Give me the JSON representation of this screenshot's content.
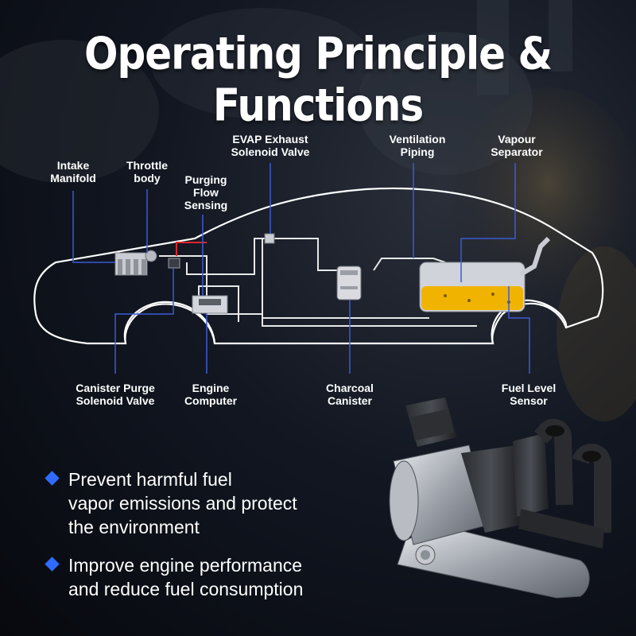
{
  "title": "Operating Principle & Functions",
  "labels": {
    "intake_manifold": [
      "Intake",
      "Manifold"
    ],
    "throttle_body": [
      "Throttle",
      "body"
    ],
    "purging_flow_sensing": [
      "Purging",
      "Flow",
      "Sensing"
    ],
    "evap_exhaust_solenoid_valve": [
      "EVAP Exhaust",
      "Solenoid Valve"
    ],
    "ventilation_piping": [
      "Ventilation",
      "Piping"
    ],
    "vapour_separator": [
      "Vapour",
      "Separator"
    ],
    "canister_purge_solenoid_valve": [
      "Canister Purge",
      "Solenoid Valve"
    ],
    "engine_computer": [
      "Engine",
      "Computer"
    ],
    "charcoal_canister": [
      "Charcoal",
      "Canister"
    ],
    "fuel_level_sensor": [
      "Fuel Level",
      "Sensor"
    ]
  },
  "bullets": [
    [
      "Prevent harmful fuel",
      "vapor emissions and protect",
      "the environment"
    ],
    [
      "Improve engine performance",
      "and reduce fuel consumption"
    ]
  ],
  "colors": {
    "accent": "#2f6bff",
    "leader_line": "#3a5bd6",
    "fuel": "#f0b400",
    "outline": "#ffffff",
    "signal": "#e0242a"
  },
  "icons": {
    "bullet": "blue-diamond-icon"
  }
}
